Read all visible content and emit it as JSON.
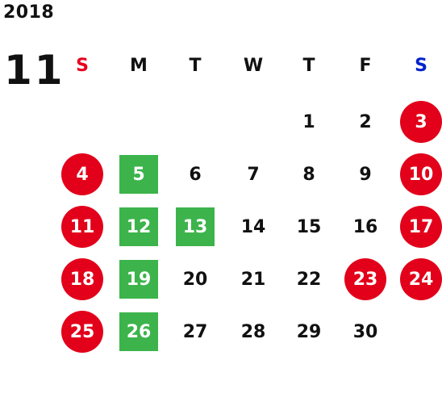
{
  "year": "2018",
  "month": "11",
  "colors": {
    "sunday_header": "#e8001c",
    "saturday_header": "#0022cc",
    "weekday_header": "#111111",
    "holiday_fill": "#e2001a",
    "event_fill": "#3cb44b"
  },
  "weekdays": [
    "S",
    "M",
    "T",
    "W",
    "T",
    "F",
    "S"
  ],
  "weeks": [
    [
      {
        "day": ""
      },
      {
        "day": ""
      },
      {
        "day": ""
      },
      {
        "day": ""
      },
      {
        "day": "1"
      },
      {
        "day": "2"
      },
      {
        "day": "3",
        "mark": "holiday"
      }
    ],
    [
      {
        "day": "4",
        "mark": "holiday"
      },
      {
        "day": "5",
        "mark": "event"
      },
      {
        "day": "6"
      },
      {
        "day": "7"
      },
      {
        "day": "8"
      },
      {
        "day": "9"
      },
      {
        "day": "10",
        "mark": "holiday"
      }
    ],
    [
      {
        "day": "11",
        "mark": "holiday"
      },
      {
        "day": "12",
        "mark": "event"
      },
      {
        "day": "13",
        "mark": "event"
      },
      {
        "day": "14"
      },
      {
        "day": "15"
      },
      {
        "day": "16"
      },
      {
        "day": "17",
        "mark": "holiday"
      }
    ],
    [
      {
        "day": "18",
        "mark": "holiday"
      },
      {
        "day": "19",
        "mark": "event"
      },
      {
        "day": "20"
      },
      {
        "day": "21"
      },
      {
        "day": "22"
      },
      {
        "day": "23",
        "mark": "holiday"
      },
      {
        "day": "24",
        "mark": "holiday"
      }
    ],
    [
      {
        "day": "25",
        "mark": "holiday"
      },
      {
        "day": "26",
        "mark": "event"
      },
      {
        "day": "27"
      },
      {
        "day": "28"
      },
      {
        "day": "29"
      },
      {
        "day": "30"
      },
      {
        "day": ""
      }
    ]
  ]
}
